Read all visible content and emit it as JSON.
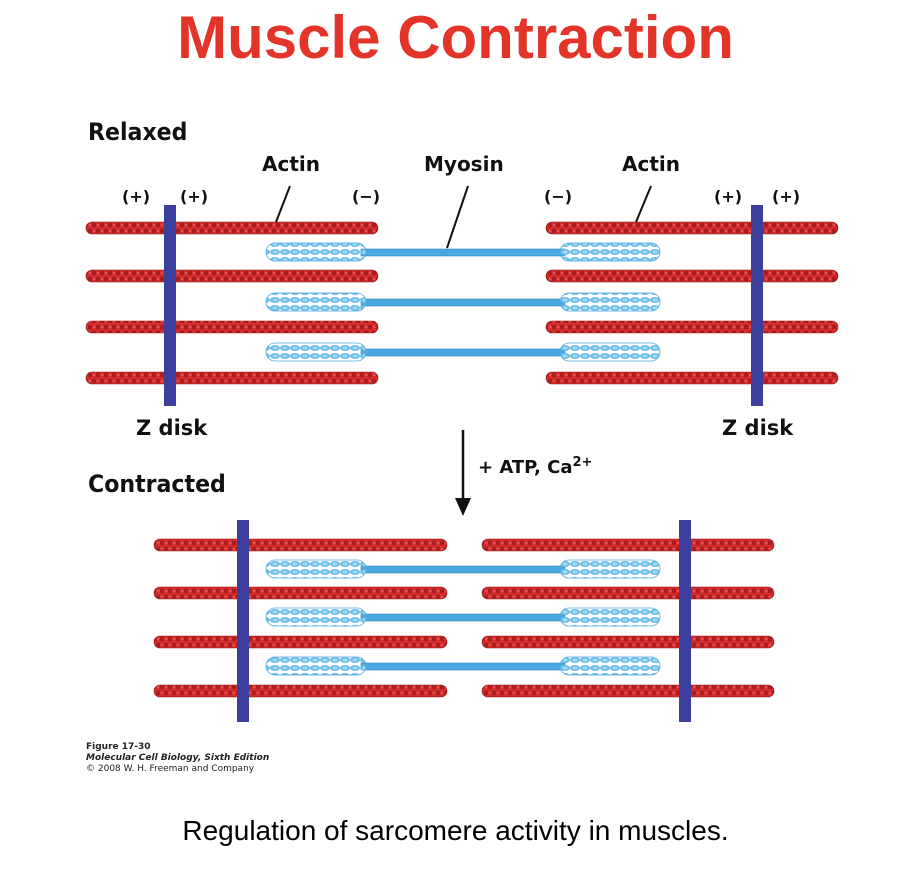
{
  "title": "Muscle Contraction",
  "relaxed": {
    "label": "Relaxed",
    "actin_left_label": "Actin",
    "myosin_label": "Myosin",
    "actin_right_label": "Actin",
    "polarity": [
      "(+)",
      "(+)",
      "(−)",
      "(−)",
      "(+)",
      "(+)"
    ],
    "z_disk_left": "Z disk",
    "z_disk_right": "Z disk"
  },
  "transition": {
    "prefix": "+ ATP, Ca",
    "superscript": "2+"
  },
  "contracted": {
    "label": "Contracted"
  },
  "credit": {
    "figure": "Figure 17-30",
    "book": "Molecular Cell Biology, Sixth Edition",
    "copyright": "© 2008 W. H. Freeman and Company"
  },
  "caption": "Regulation of sarcomere activity in muscles.",
  "colors": {
    "title": "#e3342a",
    "actin": "#d42b2b",
    "actin_dark": "#8e1414",
    "myosin": "#4aa8e0",
    "myosin_light": "#7cc4ec",
    "z_disk": "#3d3f9e"
  }
}
